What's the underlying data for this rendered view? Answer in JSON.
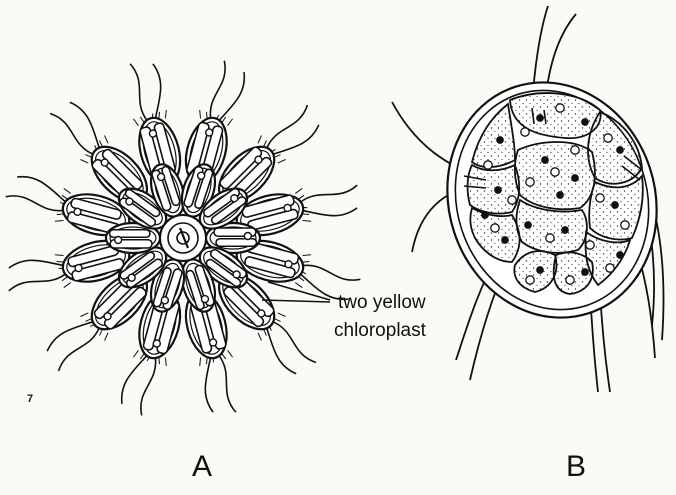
{
  "figure": {
    "callout_line1": "two yellow",
    "callout_line2": "chloroplast",
    "panel_a_label": "A",
    "panel_b_label": "B",
    "page_mark": "7"
  },
  "colors": {
    "ink": "#111111",
    "cell_fill": "#ffffff",
    "paper": "#fbfaf7"
  }
}
